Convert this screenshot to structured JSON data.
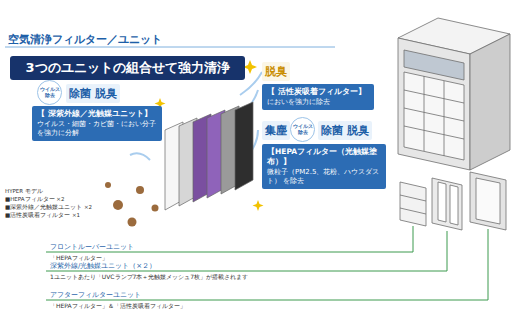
{
  "diagram": {
    "title": "空気清浄フィルター／ユニット",
    "nodes": [
      {
        "text": [
          "3つのユニットの組合せて強力清浄"
        ]
      },
      {
        "text": [
          "ウイルス 除去"
        ]
      },
      {
        "text": [
          "除菌"
        ]
      },
      {
        "text": [
          "脱臭"
        ]
      },
      {
        "text": [
          "【 深紫外線／光触媒ユニット】",
          "ウイルス・細菌・カビ菌・におい分子 を強力に分解"
        ]
      },
      {
        "text": [
          "脱臭"
        ]
      },
      {
        "text": [
          "【 活性炭吸着フィルター】",
          "においを強力に除去"
        ]
      },
      {
        "text": [
          "集塵"
        ]
      },
      {
        "text": [
          "ウイルス 除去"
        ]
      },
      {
        "text": [
          "除菌"
        ]
      },
      {
        "text": [
          "脱臭"
        ]
      },
      {
        "text": [
          "【HEPAフィルター（光触媒塗布）】",
          "微粒子（PM2.5、花粉、ハウスダスト） を除去"
        ]
      }
    ],
    "labels": [
      "HYPER モデル",
      "■HEPAフィルター ×2",
      "■深紫外線／光触媒ユニット ×2",
      "■活性炭吸着フィルター ×1",
      "フロントルーバーユニット",
      "「HEPAフィルター」",
      "深紫外線/光触媒ユニット（×２）",
      "1ユニットあたり「UVCランプ7本＋光触媒メッシュ7枚」が搭載されます",
      "アフターフィルターユニット",
      "「HEPAフィルター」＆「活性炭吸着フィルター」"
    ]
  }
}
